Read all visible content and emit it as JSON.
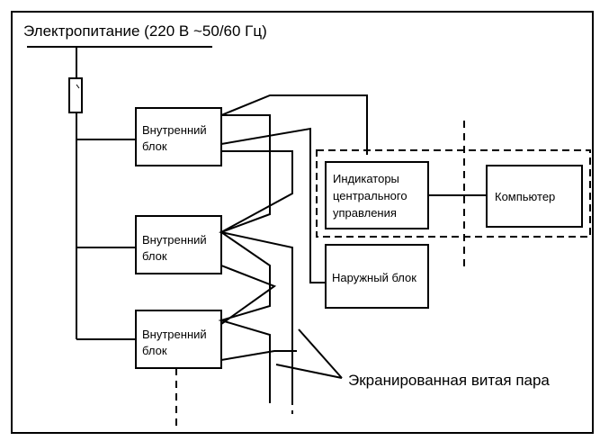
{
  "power_label": "Электропитание (220 В ~50/60 Гц)",
  "indoor_units": [
    {
      "line1": "Внутренний",
      "line2": "блок"
    },
    {
      "line1": "Внутренний",
      "line2": "блок"
    },
    {
      "line1": "Внутренний",
      "line2": "блок"
    }
  ],
  "central_indicators": {
    "line1": "Индикаторы",
    "line2": "центрального",
    "line3": "управления"
  },
  "computer_label": "Компьютер",
  "outdoor_unit_label": "Наружный блок",
  "twisted_pair_label": "Экранированная витая пара"
}
